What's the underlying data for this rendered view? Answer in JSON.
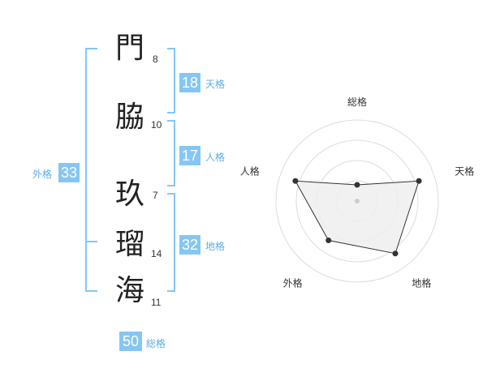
{
  "name": {
    "characters": [
      {
        "char": "門",
        "strokes": "8"
      },
      {
        "char": "脇",
        "strokes": "10"
      },
      {
        "char": "玖",
        "strokes": "7"
      },
      {
        "char": "瑠",
        "strokes": "14"
      },
      {
        "char": "海",
        "strokes": "11"
      }
    ]
  },
  "kaku": {
    "tenkaku": {
      "value": "18",
      "label": "天格"
    },
    "jinkaku": {
      "value": "17",
      "label": "人格"
    },
    "chikaku": {
      "value": "32",
      "label": "地格"
    },
    "gaikaku": {
      "value": "33",
      "label": "外格"
    },
    "soukaku": {
      "value": "50",
      "label": "総格"
    }
  },
  "colors": {
    "accent": "#85c6f2",
    "bracket": "#85c6f2",
    "radar_fill": "#eeeeee"
  },
  "chart_data": {
    "type": "radar",
    "axes": [
      "総格",
      "天格",
      "地格",
      "外格",
      "人格"
    ],
    "values": [
      1,
      4,
      4,
      3,
      4
    ],
    "range": [
      0,
      5
    ],
    "rings": 4
  }
}
